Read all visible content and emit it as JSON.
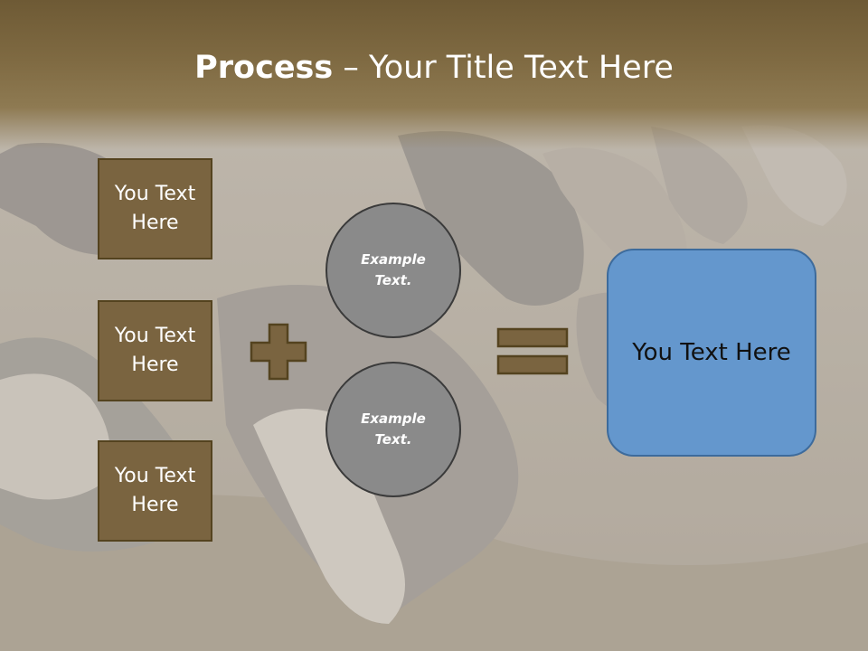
{
  "slide": {
    "title_strong": "Process",
    "title_rest": " – Your Title Text Here",
    "left_boxes": [
      {
        "text": "You Text Here"
      },
      {
        "text": "You Text Here"
      },
      {
        "text": "You Text Here"
      }
    ],
    "circles": [
      {
        "text": "Example Text."
      },
      {
        "text": "Example Text."
      }
    ],
    "result_text": "You Text Here"
  },
  "colors": {
    "title_band": "#7a6642",
    "box_fill": "#7a6440",
    "box_border": "#54431f",
    "circle_fill": "#8a8a8a",
    "result_fill": "#6497cd",
    "result_border": "#3d6b9c"
  },
  "icons": {
    "plus": "plus-icon",
    "equals": "equals-icon"
  }
}
